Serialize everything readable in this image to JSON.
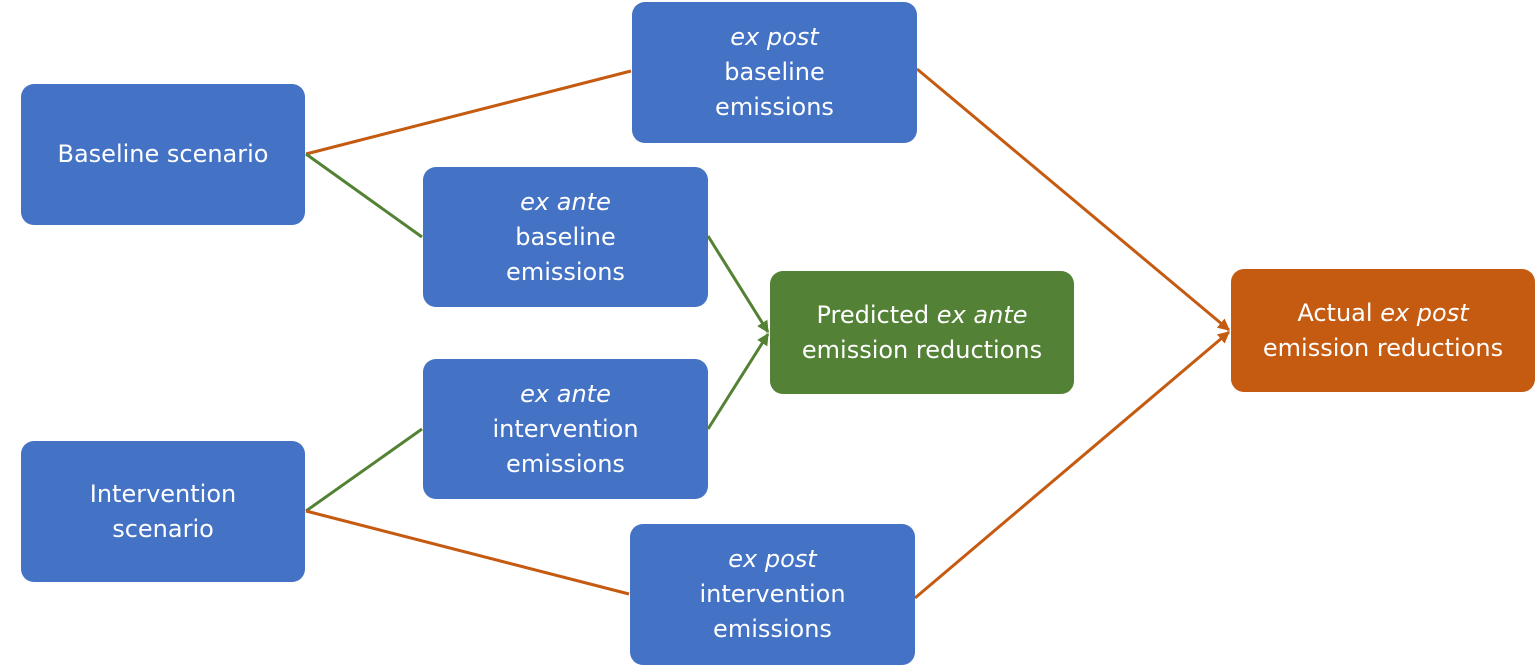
{
  "colors": {
    "node_blue": "#4472c4",
    "node_green": "#538135",
    "node_orange": "#c55a11",
    "connector_green": "#548235",
    "connector_orange": "#c55a11"
  },
  "nodes": {
    "baseline_scenario": {
      "text": "Baseline scenario"
    },
    "intervention_scenario": {
      "line1": "Intervention",
      "line2": "scenario"
    },
    "expost_baseline": {
      "line1": "ex post",
      "line2": "baseline",
      "line3": "emissions"
    },
    "exante_baseline": {
      "line1": "ex ante",
      "line2": "baseline",
      "line3": "emissions"
    },
    "exante_intervention": {
      "line1": "ex ante",
      "line2": "intervention",
      "line3": "emissions"
    },
    "expost_intervention": {
      "line1": "ex post",
      "line2": "intervention",
      "line3": "emissions"
    },
    "predicted": {
      "prefix": "Predicted ",
      "emphasis": "ex ante",
      "line2": "emission reductions"
    },
    "actual": {
      "prefix": "Actual ",
      "emphasis": "ex post",
      "line2": "emission reductions"
    }
  },
  "edges": [
    {
      "from": "baseline_scenario",
      "to": "expost_baseline",
      "color": "orange",
      "arrow": false
    },
    {
      "from": "baseline_scenario",
      "to": "exante_baseline",
      "color": "green",
      "arrow": false
    },
    {
      "from": "intervention_scenario",
      "to": "exante_intervention",
      "color": "green",
      "arrow": false
    },
    {
      "from": "intervention_scenario",
      "to": "expost_intervention",
      "color": "orange",
      "arrow": false
    },
    {
      "from": "exante_baseline",
      "to": "predicted",
      "color": "green",
      "arrow": true
    },
    {
      "from": "exante_intervention",
      "to": "predicted",
      "color": "green",
      "arrow": true
    },
    {
      "from": "expost_baseline",
      "to": "actual",
      "color": "orange",
      "arrow": true
    },
    {
      "from": "expost_intervention",
      "to": "actual",
      "color": "orange",
      "arrow": true
    }
  ]
}
